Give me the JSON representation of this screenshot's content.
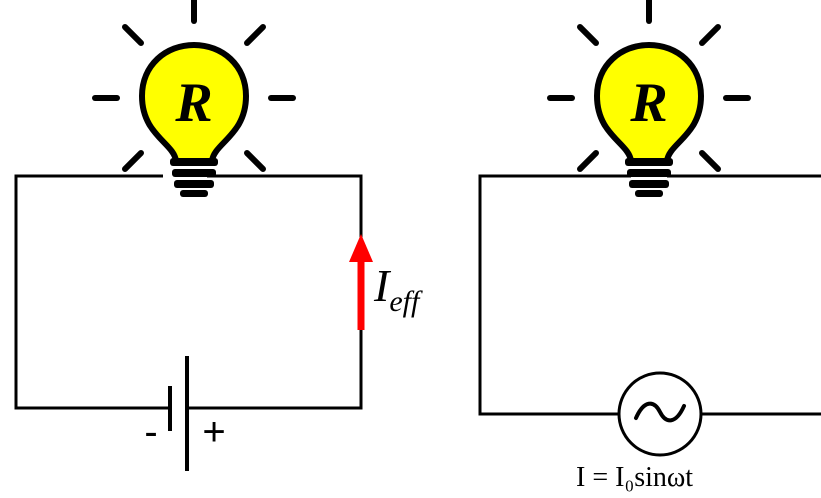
{
  "left_circuit": {
    "bulb_label": "R",
    "current_symbol": "I",
    "current_subscript": "eff",
    "battery_minus": "-",
    "battery_plus": "+"
  },
  "right_circuit": {
    "bulb_label": "R",
    "source_symbol": "~",
    "current_equation": "I = I₀sinωt"
  },
  "colors": {
    "bulb": "#ffff00",
    "current_arrow": "#ff0000",
    "wire": "#000000"
  }
}
